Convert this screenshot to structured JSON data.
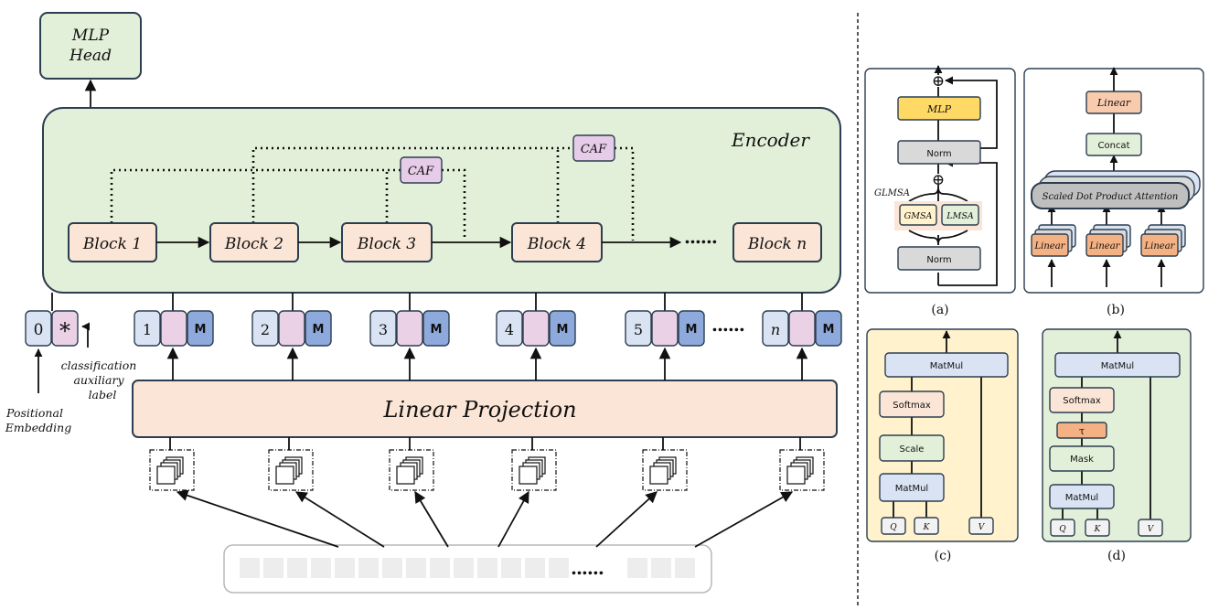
{
  "labels": {
    "mlp_head_1": "MLP",
    "mlp_head_2": "Head",
    "encoder": "Encoder",
    "caf": "CAF",
    "block1": "Block 1",
    "block2": "Block 2",
    "block3": "Block 3",
    "block4": "Block 4",
    "blockn": "Block n",
    "dots": "......",
    "linear_projection": "Linear Projection",
    "token0": "0",
    "token_star": "*",
    "tok1": "1",
    "tok2": "2",
    "tok3": "3",
    "tok4": "4",
    "tok5": "5",
    "tokn": "n",
    "mask_symbol": "M",
    "cls_aux_1": "classification",
    "cls_aux_2": "auxiliary",
    "cls_aux_3": "label",
    "pos_emb_1": "Positional",
    "pos_emb_2": "Embedding",
    "plus": "⊕"
  },
  "panel_a": {
    "caption": "(a)",
    "mlp": "MLP",
    "norm": "Norm",
    "glmsa": "GLMSA",
    "gmsa": "GMSA",
    "lmsa": "LMSA"
  },
  "panel_b": {
    "caption": "(b)",
    "linear": "Linear",
    "concat": "Concat",
    "sdpa": "Scaled Dot Product Attention"
  },
  "panel_c": {
    "caption": "(c)",
    "matmul": "MatMul",
    "softmax": "Softmax",
    "scale": "Scale",
    "q": "Q",
    "k": "K",
    "v": "V"
  },
  "panel_d": {
    "caption": "(d)",
    "matmul": "MatMul",
    "softmax": "Softmax",
    "tau": "τ",
    "mask": "Mask",
    "q": "Q",
    "k": "K",
    "v": "V"
  },
  "colors": {
    "encoder_fill": "#e2efd9",
    "block_fill": "#fbe5d6",
    "caf_fill": "#e6cce8",
    "token_light": "#dae3f3",
    "token_pink": "#ead1e6",
    "token_dark": "#8ea9db",
    "mlp_yellow": "#ffd966",
    "norm_gray": "#d9d9d9",
    "linear_orange": "#f4b183",
    "panel_c_bg": "#fff2cc",
    "panel_d_bg": "#e2efd9"
  }
}
